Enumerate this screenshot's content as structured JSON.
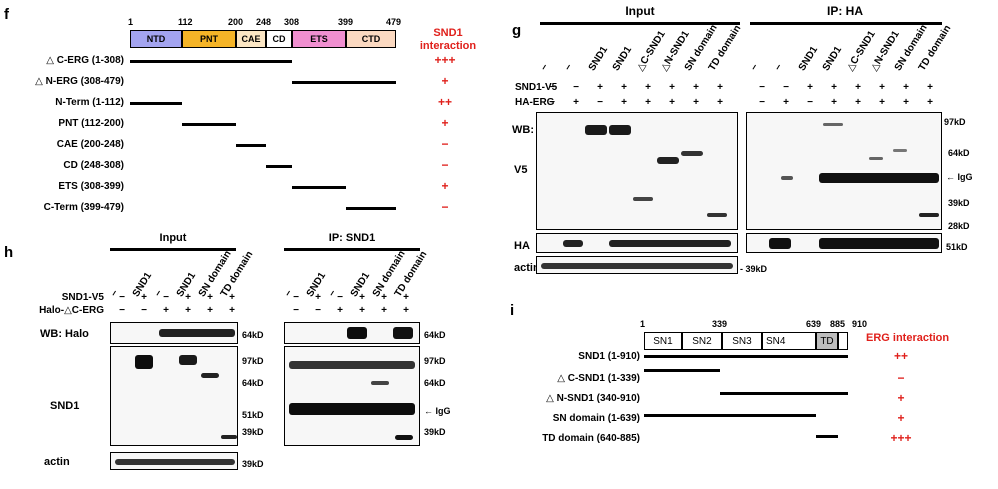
{
  "panel_f": {
    "letter": "f",
    "ticks": [
      "1",
      "112",
      "200",
      "248",
      "308",
      "399",
      "479"
    ],
    "domains": [
      {
        "label": "NTD",
        "color": "#a3a4f0"
      },
      {
        "label": "PNT",
        "color": "#f5b427"
      },
      {
        "label": "CAE",
        "color": "#fbe6c4"
      },
      {
        "label": "CD",
        "color": "#ffffff"
      },
      {
        "label": "ETS",
        "color": "#f08fd0"
      },
      {
        "label": "CTD",
        "color": "#fbd9c1"
      }
    ],
    "interaction_title_line1": "SND1",
    "interaction_title_line2": "interaction",
    "rows": [
      {
        "label": "△ C-ERG (1-308)",
        "result": "+++"
      },
      {
        "label": "△ N-ERG (308-479)",
        "result": "+"
      },
      {
        "label": "N-Term (1-112)",
        "result": "++"
      },
      {
        "label": "PNT (112-200)",
        "result": "+"
      },
      {
        "label": "CAE (200-248)",
        "result": "−"
      },
      {
        "label": "CD (248-308)",
        "result": "−"
      },
      {
        "label": "ETS (308-399)",
        "result": "+"
      },
      {
        "label": "C-Term (399-479)",
        "result": "−"
      }
    ]
  },
  "panel_g": {
    "letter": "g",
    "input_title": "Input",
    "ip_title": "IP: HA",
    "lane_labels": [
      "−",
      "−",
      "SND1",
      "SND1",
      "△C-SND1",
      "△N-SND1",
      "SN domain",
      "TD domain"
    ],
    "row1_label": "SND1-V5",
    "row2_label": "HA-ERG",
    "row1_signs": [
      "−",
      "−",
      "+",
      "+",
      "+",
      "+",
      "+",
      "+"
    ],
    "row2_signs": [
      "−",
      "+",
      "−",
      "+",
      "+",
      "+",
      "+",
      "+"
    ],
    "wb_label": "WB:",
    "v5_label": "V5",
    "ha_label": "HA",
    "actin_label": "actin",
    "markers_main": [
      "97kD",
      "64kD",
      "← IgG",
      "39kD",
      "28kD"
    ],
    "marker_ha": "51kD",
    "marker_actin": "- 39kD"
  },
  "panel_h": {
    "letter": "h",
    "input_title": "Input",
    "ip_title": "IP: SND1",
    "lane_labels": [
      "−",
      "SND1",
      "−",
      "SND1",
      "SN domain",
      "TD domain"
    ],
    "row1_label": "SND1-V5",
    "row2_label": "Halo-△C-ERG",
    "row1_signs": [
      "−",
      "+",
      "−",
      "+",
      "+",
      "+"
    ],
    "row2_signs": [
      "−",
      "−",
      "+",
      "+",
      "+",
      "+"
    ],
    "wb_label": "WB: Halo",
    "snd1_label": "SND1",
    "actin_label": "actin",
    "marker_halo": "64kD",
    "markers_main": [
      "97kD",
      "64kD",
      "51kD",
      "39kD"
    ],
    "markers_ip": [
      "97kD",
      "64kD",
      "← IgG",
      "39kD"
    ],
    "marker_actin": "39kD"
  },
  "panel_i": {
    "letter": "i",
    "ticks": [
      "1",
      "339",
      "639",
      "885",
      "910"
    ],
    "domains": [
      {
        "label": "SN1"
      },
      {
        "label": "SN2"
      },
      {
        "label": "SN3"
      },
      {
        "label": "SN4"
      },
      {
        "label": "TD"
      }
    ],
    "interaction_title": "ERG interaction",
    "rows": [
      {
        "label": "SND1 (1-910)",
        "result": "++"
      },
      {
        "label": "△ C-SND1 (1-339)",
        "result": "−"
      },
      {
        "label": "△ N-SND1 (340-910)",
        "result": "+"
      },
      {
        "label": "SN domain (1-639)",
        "result": "+"
      },
      {
        "label": "TD domain (640-885)",
        "result": "+++"
      }
    ]
  }
}
